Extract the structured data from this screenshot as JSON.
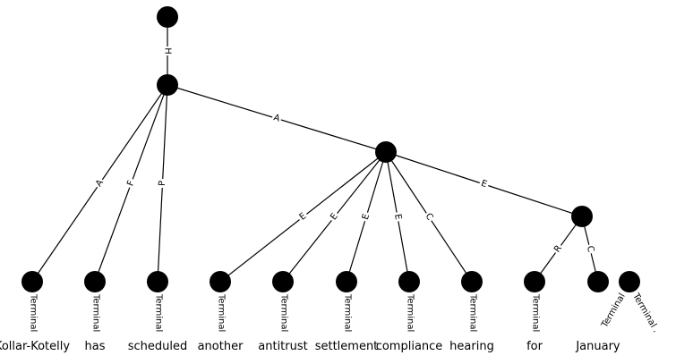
{
  "diagram": {
    "nodes": [
      {
        "id": "n0"
      },
      {
        "id": "n1"
      },
      {
        "id": "n2"
      },
      {
        "id": "n3"
      },
      {
        "id": "t0",
        "label": "Terminal",
        "word": "Kollar-Kotelly"
      },
      {
        "id": "t1",
        "label": "Terminal",
        "word": "has"
      },
      {
        "id": "t2",
        "label": "Terminal",
        "word": "scheduled"
      },
      {
        "id": "t3",
        "label": "Terminal",
        "word": "another"
      },
      {
        "id": "t4",
        "label": "Terminal",
        "word": "antitrust"
      },
      {
        "id": "t5",
        "label": "Terminal",
        "word": "settlement"
      },
      {
        "id": "t6",
        "label": "Terminal",
        "word": "compliance"
      },
      {
        "id": "t7",
        "label": "Terminal",
        "word": "hearing"
      },
      {
        "id": "t8",
        "label": "Terminal",
        "word": "for"
      },
      {
        "id": "t9",
        "label": "Terminal",
        "word": "January"
      },
      {
        "id": "t10",
        "label": "Terminal",
        "word": "."
      }
    ],
    "edges": [
      {
        "from": "n0",
        "to": "n1",
        "label": "H"
      },
      {
        "from": "n1",
        "to": "n2",
        "label": "A"
      },
      {
        "from": "n1",
        "to": "t0",
        "label": "A"
      },
      {
        "from": "n1",
        "to": "t1",
        "label": "F"
      },
      {
        "from": "n1",
        "to": "t2",
        "label": "P"
      },
      {
        "from": "n2",
        "to": "n3",
        "label": "E"
      },
      {
        "from": "n2",
        "to": "t3",
        "label": "E"
      },
      {
        "from": "n2",
        "to": "t4",
        "label": "E"
      },
      {
        "from": "n2",
        "to": "t5",
        "label": "E"
      },
      {
        "from": "n2",
        "to": "t6",
        "label": "E"
      },
      {
        "from": "n2",
        "to": "t7",
        "label": "C"
      },
      {
        "from": "n3",
        "to": "t8",
        "label": "R"
      },
      {
        "from": "n3",
        "to": "t9",
        "label": "C"
      }
    ]
  }
}
